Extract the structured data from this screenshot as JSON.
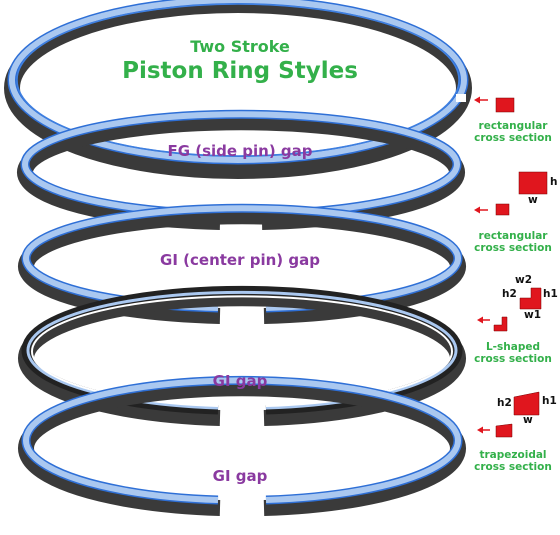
{
  "title": {
    "line1": "Two Stroke",
    "line2": "Piston Ring Styles"
  },
  "rings": [
    {
      "gap_label": "FG (side pin) gap",
      "section": [
        "rectangular",
        "cross section"
      ]
    },
    {
      "gap_label": "GI (center pin) gap",
      "section": [
        "rectangular",
        "cross section"
      ]
    },
    {
      "gap_label": "GI gap",
      "section": [
        "L-shaped",
        "cross section"
      ]
    },
    {
      "gap_label": "GI gap",
      "section": [
        "trapezoidal",
        "cross section"
      ]
    }
  ],
  "dimensions": {
    "rect_h": "h",
    "rect_w": "w",
    "l_w2": "w2",
    "l_h1": "h1",
    "l_h2": "h2",
    "l_w1": "w1",
    "trap_h2": "h2",
    "trap_h1": "h1",
    "trap_w": "w"
  },
  "colors": {
    "ring_face": "#3a3a3a",
    "ring_top": "#aac8f0",
    "ring_edge": "#3e7fe0",
    "section_fill": "#e0161e",
    "arrow": "#e0161e",
    "title": "#33b04a",
    "gap_label": "#8a3aa0"
  }
}
